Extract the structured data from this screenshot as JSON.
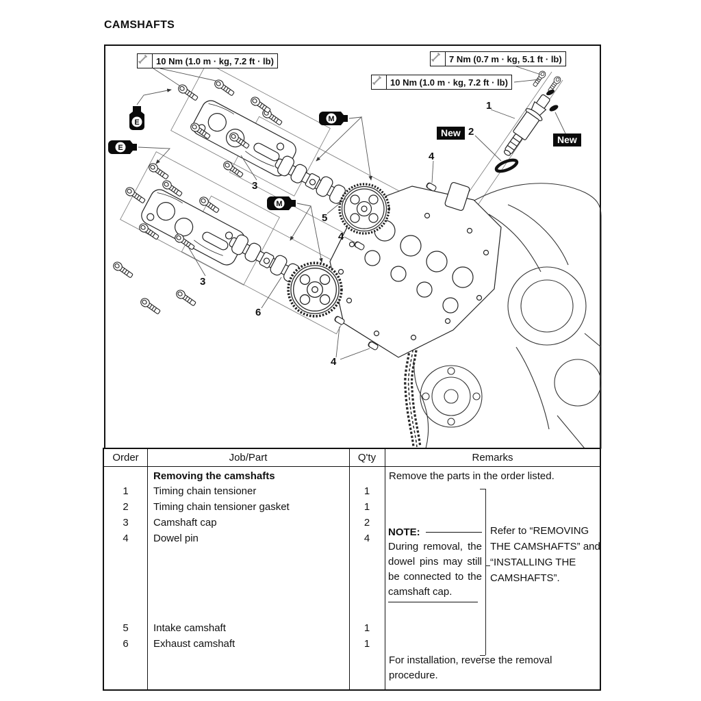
{
  "title": "CAMSHAFTS",
  "diagram": {
    "torque_callouts": [
      {
        "text": "10 Nm (1.0 m · kg, 7.2 ft · lb)"
      },
      {
        "text": "7 Nm (0.7 m · kg, 5.1 ft · lb)"
      },
      {
        "text": "10 Nm (1.0 m · kg, 7.2 ft · lb)"
      }
    ],
    "new_labels": [
      "New",
      "New"
    ],
    "lubricant_symbols": [
      {
        "letter": "E"
      },
      {
        "letter": "E"
      },
      {
        "letter": "M"
      },
      {
        "letter": "M"
      }
    ],
    "callouts": [
      "1",
      "2",
      "3",
      "3",
      "4",
      "4",
      "4",
      "5",
      "6"
    ]
  },
  "table": {
    "headers": {
      "order": "Order",
      "job": "Job/Part",
      "qty": "Q'ty",
      "remarks": "Remarks"
    },
    "section_title": "Removing the camshafts",
    "section_remark": "Remove the parts in the order listed.",
    "rows": [
      {
        "order": "1",
        "job": "Timing chain tensioner",
        "qty": "1"
      },
      {
        "order": "2",
        "job": "Timing chain tensioner gasket",
        "qty": "1"
      },
      {
        "order": "3",
        "job": "Camshaft cap",
        "qty": "2"
      },
      {
        "order": "4",
        "job": "Dowel pin",
        "qty": "4"
      },
      {
        "order": "5",
        "job": "Intake camshaft",
        "qty": "1"
      },
      {
        "order": "6",
        "job": "Exhaust camshaft",
        "qty": "1"
      }
    ],
    "note": {
      "label": "NOTE:",
      "text": "During removal, the dowel pins may still be connected to the camshaft cap."
    },
    "refer_remark": "Refer to “REMOVING THE CAMSHAFTS” and “INSTALLING THE CAMSHAFTS”.",
    "footer_remark": "For installation, reverse the removal procedure."
  },
  "colors": {
    "ink": "#111111",
    "paper": "#ffffff"
  }
}
